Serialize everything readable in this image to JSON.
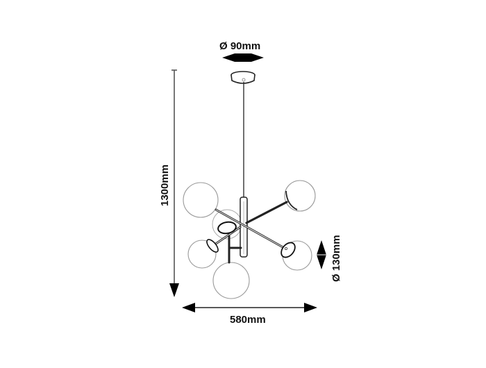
{
  "diagram": {
    "type": "product dimension drawing",
    "subject": "pendant chandelier with six glass globes",
    "dimensions": {
      "canopy_diameter": {
        "symbol": "Ø",
        "value": "90mm",
        "label": "Ø 90mm"
      },
      "overall_height": {
        "value": "1300mm",
        "label": "1300mm"
      },
      "overall_width": {
        "value": "580mm",
        "label": "580mm"
      },
      "globe_diameter": {
        "symbol": "Ø",
        "value": "130mm",
        "label": "Ø 130mm"
      }
    },
    "components": [
      "ceiling-canopy",
      "suspension-cable",
      "central-stem",
      "arms",
      "glass-globes"
    ],
    "globe_count": 6,
    "colors": {
      "line": "#222222",
      "globe_outline": "#9a9a9a",
      "arrow": "#000000",
      "background": "#ffffff"
    }
  }
}
